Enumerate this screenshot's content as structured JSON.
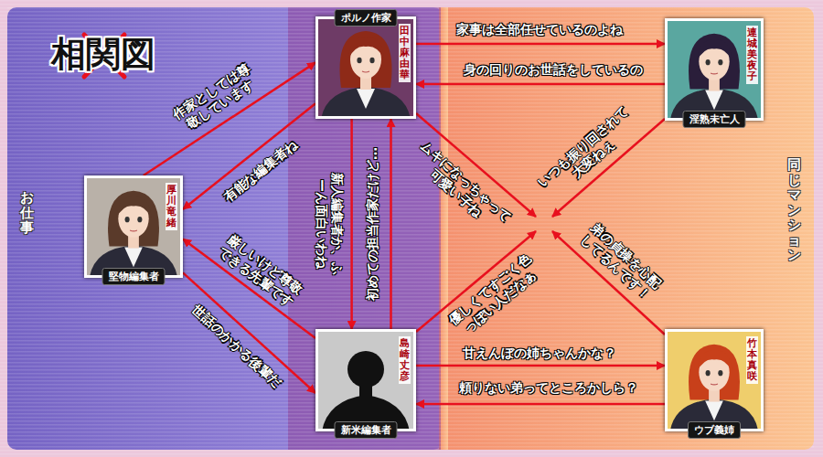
{
  "diagram": {
    "title": "相関図",
    "nodes": [
      {
        "text": [
          "お仕事"
        ]
      },
      {
        "text": [
          "ポルノ作家",
          "田中麻由華"
        ]
      },
      {
        "text": [
          "厚川竜緒",
          "堅物編集者"
        ],
        "in": 0
      },
      {
        "text": [
          "島崎丈彦",
          "新米編集者"
        ]
      },
      {
        "text": [
          "同じマンション"
        ]
      },
      {
        "text": [
          "連城美夜子",
          "淫熟未亡人"
        ],
        "in": 4
      },
      {
        "text": [
          "竹本真咲",
          "ウブ義姉"
        ],
        "in": 4
      }
    ],
    "edges": [
      {
        "from": 1,
        "to": 5,
        "label": "家事は全部任せているのよね",
        "arrow": "to"
      },
      {
        "from": 5,
        "to": 1,
        "label": "身の回りのお世話をしているの",
        "arrow": "to"
      },
      {
        "from": 2,
        "to": 1,
        "label": "作家としては尊敬しています",
        "arrow": "to"
      },
      {
        "from": 1,
        "to": 2,
        "label": "有能な編集者ね",
        "arrow": "to"
      },
      {
        "from": 1,
        "to": 3,
        "label": "新人編集者か、ふーん面白いわね",
        "arrow": "to"
      },
      {
        "from": 3,
        "to": 1,
        "label": "初めての担当作家だけど…",
        "arrow": "to"
      },
      {
        "from": 3,
        "to": 2,
        "label": "厳しいけど尊敬できる先輩です",
        "arrow": "to"
      },
      {
        "from": 2,
        "to": 3,
        "label": "世話のかかる後輩だ",
        "arrow": "to"
      },
      {
        "from": 3,
        "to": 6,
        "label": "甘えんぼの姉ちゃんかな？",
        "arrow": "to"
      },
      {
        "from": 6,
        "to": 3,
        "label": "頼りない弟ってところかしら？",
        "arrow": "to"
      }
    ],
    "labels": [
      "ムキになっちゃって可愛い子ね",
      "いつも振り回されて大変ねぇ",
      "弟の貞操を心配してるんです！",
      "優しくてすごく色っぽい人だなぁ"
    ]
  }
}
